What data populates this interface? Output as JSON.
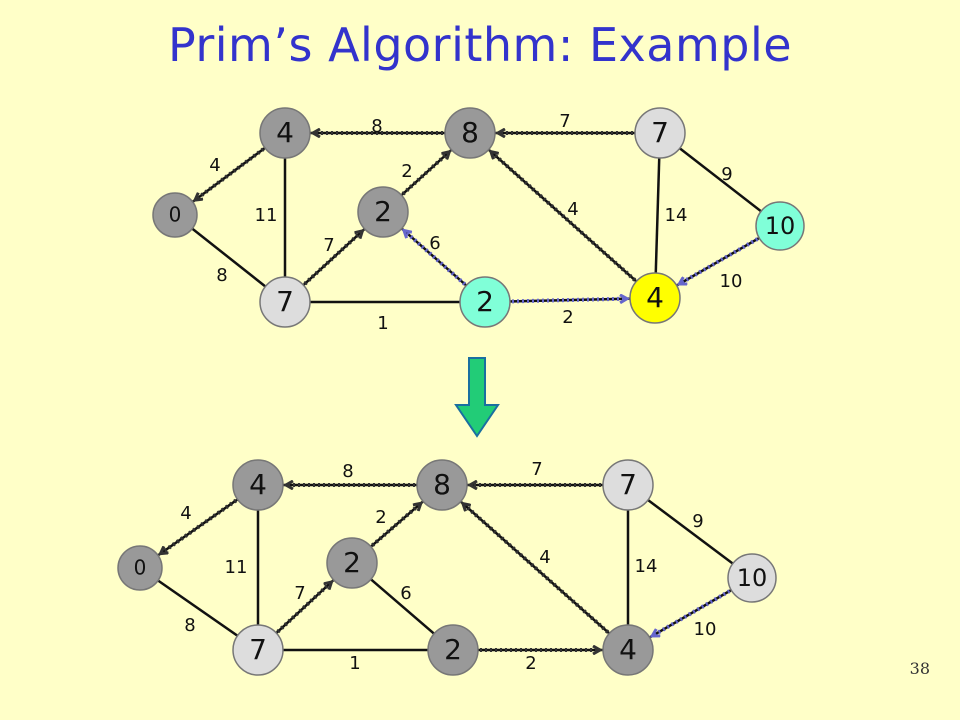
{
  "slide": {
    "title": "Prim’s Algorithm: Example",
    "slide_number": "38"
  },
  "colors": {
    "background": "#ffffc8",
    "title": "#3333cc",
    "node_gray": "#999999",
    "node_light": "#dddddd",
    "node_cyan": "#80ffd8",
    "node_yellow": "#ffff00",
    "arrow_green": "#22cc77"
  },
  "transition_arrow_icon": "down-arrow-icon",
  "graphs": [
    {
      "id": "before",
      "nodes": [
        {
          "id": "a",
          "key": "0",
          "fill": "#999999"
        },
        {
          "id": "b",
          "key": "4",
          "fill": "#999999"
        },
        {
          "id": "c",
          "key": "8",
          "fill": "#999999"
        },
        {
          "id": "d",
          "key": "7",
          "fill": "#dddddd"
        },
        {
          "id": "e",
          "key": "10",
          "fill": "#80ffd8"
        },
        {
          "id": "f",
          "key": "4",
          "fill": "#ffff00"
        },
        {
          "id": "g",
          "key": "2",
          "fill": "#80ffd8"
        },
        {
          "id": "h",
          "key": "7",
          "fill": "#dddddd"
        },
        {
          "id": "i",
          "key": "2",
          "fill": "#999999"
        }
      ],
      "edges": [
        {
          "from": "a",
          "to": "b",
          "weight": "4"
        },
        {
          "from": "a",
          "to": "h",
          "weight": "8"
        },
        {
          "from": "b",
          "to": "h",
          "weight": "11"
        },
        {
          "from": "b",
          "to": "c",
          "weight": "8"
        },
        {
          "from": "c",
          "to": "i",
          "weight": "2"
        },
        {
          "from": "c",
          "to": "d",
          "weight": "7"
        },
        {
          "from": "c",
          "to": "f",
          "weight": "4"
        },
        {
          "from": "d",
          "to": "e",
          "weight": "9"
        },
        {
          "from": "d",
          "to": "f",
          "weight": "14"
        },
        {
          "from": "e",
          "to": "f",
          "weight": "10"
        },
        {
          "from": "h",
          "to": "i",
          "weight": "7"
        },
        {
          "from": "h",
          "to": "g",
          "weight": "1"
        },
        {
          "from": "i",
          "to": "g",
          "weight": "6"
        },
        {
          "from": "g",
          "to": "f",
          "weight": "2"
        }
      ],
      "tree_edges": [
        {
          "child": "b",
          "parent": "a",
          "color": "gray"
        },
        {
          "child": "c",
          "parent": "b",
          "color": "gray"
        },
        {
          "child": "i",
          "parent": "c",
          "color": "gray"
        },
        {
          "child": "h",
          "parent": "i",
          "color": "gray"
        },
        {
          "child": "f",
          "parent": "c",
          "color": "gray"
        },
        {
          "child": "d",
          "parent": "c",
          "color": "gray"
        },
        {
          "child": "e",
          "parent": "f",
          "color": "blue"
        },
        {
          "child": "g",
          "parent": "i",
          "color": "blue"
        },
        {
          "child": "g",
          "parent": "f",
          "color": "blue"
        }
      ]
    },
    {
      "id": "after",
      "nodes": [
        {
          "id": "a",
          "key": "0",
          "fill": "#999999"
        },
        {
          "id": "b",
          "key": "4",
          "fill": "#999999"
        },
        {
          "id": "c",
          "key": "8",
          "fill": "#999999"
        },
        {
          "id": "d",
          "key": "7",
          "fill": "#dddddd"
        },
        {
          "id": "e",
          "key": "10",
          "fill": "#dddddd"
        },
        {
          "id": "f",
          "key": "4",
          "fill": "#999999"
        },
        {
          "id": "g",
          "key": "2",
          "fill": "#999999"
        },
        {
          "id": "h",
          "key": "7",
          "fill": "#dddddd"
        },
        {
          "id": "i",
          "key": "2",
          "fill": "#999999"
        }
      ],
      "edges": [
        {
          "from": "a",
          "to": "b",
          "weight": "4"
        },
        {
          "from": "a",
          "to": "h",
          "weight": "8"
        },
        {
          "from": "b",
          "to": "h",
          "weight": "11"
        },
        {
          "from": "b",
          "to": "c",
          "weight": "8"
        },
        {
          "from": "c",
          "to": "i",
          "weight": "2"
        },
        {
          "from": "c",
          "to": "d",
          "weight": "7"
        },
        {
          "from": "c",
          "to": "f",
          "weight": "4"
        },
        {
          "from": "d",
          "to": "e",
          "weight": "9"
        },
        {
          "from": "d",
          "to": "f",
          "weight": "14"
        },
        {
          "from": "e",
          "to": "f",
          "weight": "10"
        },
        {
          "from": "h",
          "to": "i",
          "weight": "7"
        },
        {
          "from": "h",
          "to": "g",
          "weight": "1"
        },
        {
          "from": "i",
          "to": "g",
          "weight": "6"
        },
        {
          "from": "g",
          "to": "f",
          "weight": "2"
        }
      ],
      "tree_edges": [
        {
          "child": "b",
          "parent": "a",
          "color": "gray"
        },
        {
          "child": "c",
          "parent": "b",
          "color": "gray"
        },
        {
          "child": "i",
          "parent": "c",
          "color": "gray"
        },
        {
          "child": "h",
          "parent": "i",
          "color": "gray"
        },
        {
          "child": "f",
          "parent": "c",
          "color": "gray"
        },
        {
          "child": "d",
          "parent": "c",
          "color": "gray"
        },
        {
          "child": "g",
          "parent": "f",
          "color": "gray"
        },
        {
          "child": "e",
          "parent": "f",
          "color": "blue"
        }
      ]
    }
  ]
}
